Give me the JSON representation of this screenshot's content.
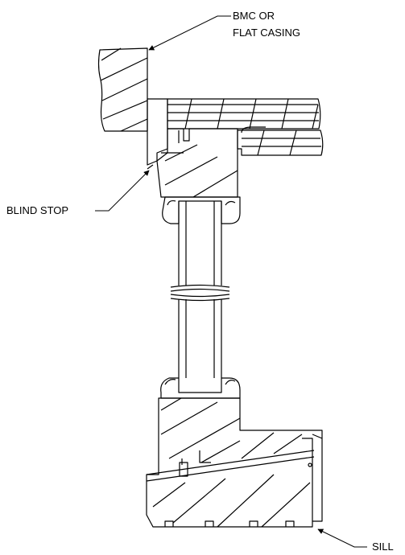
{
  "labels": {
    "casing_line1": "BMC OR",
    "casing_line2": "FLAT CASING",
    "blind_stop": "BLIND STOP",
    "sill": "SILL"
  },
  "colors": {
    "line": "#000000",
    "background": "#ffffff"
  }
}
